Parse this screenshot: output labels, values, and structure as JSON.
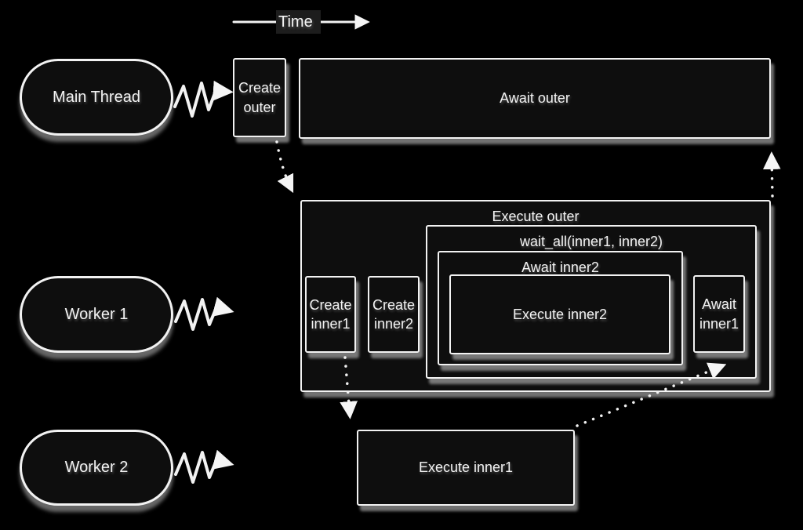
{
  "timeline": {
    "axis_label": "Time"
  },
  "lanes": {
    "main_thread": {
      "label": "Main Thread"
    },
    "worker_1": {
      "label": "Worker 1"
    },
    "worker_2": {
      "label": "Worker 2"
    }
  },
  "blocks": {
    "create_outer": {
      "label": "Create outer"
    },
    "await_outer": {
      "label": "Await outer"
    },
    "execute_outer": {
      "label": "Execute outer"
    },
    "wait_all": {
      "label": "wait_all(inner1, inner2)"
    },
    "create_inner1": {
      "label": "Create inner1"
    },
    "create_inner2": {
      "label": "Create inner2"
    },
    "await_inner2": {
      "label": "Await inner2"
    },
    "execute_inner2": {
      "label": "Execute inner2"
    },
    "await_inner1": {
      "label": "Await inner1"
    },
    "execute_inner1": {
      "label": "Execute inner1"
    }
  },
  "connections": [
    {
      "id": "main-to-create-outer",
      "from": "Main Thread",
      "to": "Create outer",
      "style": "squiggly"
    },
    {
      "id": "worker1-squiggle",
      "from": "Worker 1",
      "to": "",
      "style": "squiggly"
    },
    {
      "id": "worker2-squiggle",
      "from": "Worker 2",
      "to": "",
      "style": "squiggly"
    },
    {
      "id": "create-outer-to-execute-outer",
      "from": "Create outer",
      "to": "Execute outer",
      "style": "dotted"
    },
    {
      "id": "execute-outer-to-await-outer",
      "from": "Execute outer",
      "to": "Await outer",
      "style": "dotted"
    },
    {
      "id": "create-inner1-to-execute-inner1",
      "from": "Create inner1",
      "to": "Execute inner1",
      "style": "dotted"
    },
    {
      "id": "execute-inner1-to-await-inner1",
      "from": "Execute inner1",
      "to": "Await inner1",
      "style": "dotted"
    }
  ],
  "colors": {
    "background": "#000000",
    "block_fill": "#0e0e0e",
    "stroke": "#f2f2f2",
    "text": "#f2f2f2",
    "shadow": "#e2e2e2",
    "time_label_bg": "#1d1d1d"
  }
}
